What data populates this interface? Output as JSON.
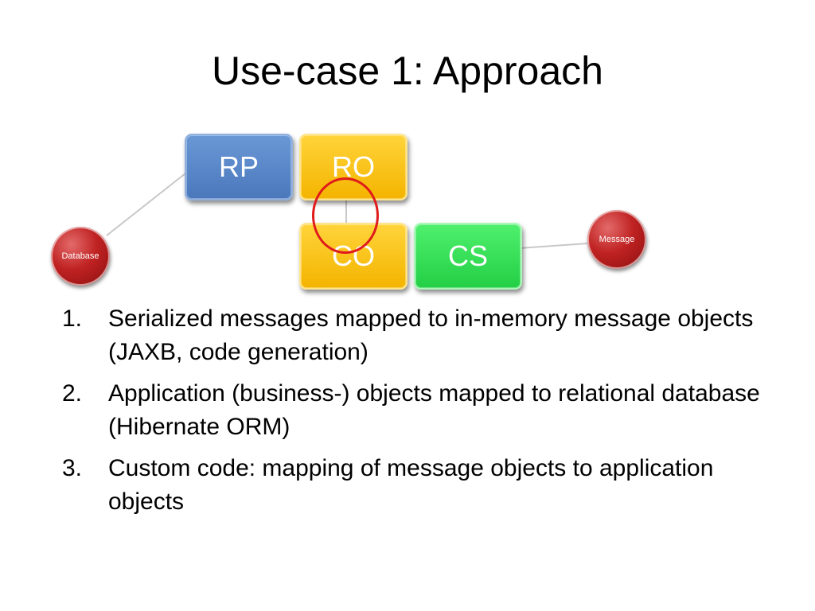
{
  "title": "Use-case 1: Approach",
  "diagram": {
    "boxes": {
      "rp": "RP",
      "ro": "RO",
      "co": "CO",
      "cs": "CS"
    },
    "nodes": {
      "database": "Database",
      "message": "Message"
    },
    "colors": {
      "blue": "#4a78bb",
      "yellow": "#f4b400",
      "green": "#23cf45",
      "red_node": "#c02222",
      "highlight": "#e01b1b"
    }
  },
  "list": [
    {
      "num": "1.",
      "text": "Serialized messages mapped to in-memory message objects (JAXB, code generation)"
    },
    {
      "num": "2.",
      "text": "Application (business-) objects mapped to relational database (Hibernate ORM)"
    },
    {
      "num": "3.",
      "text": "Custom code: mapping of message objects to application objects"
    }
  ]
}
